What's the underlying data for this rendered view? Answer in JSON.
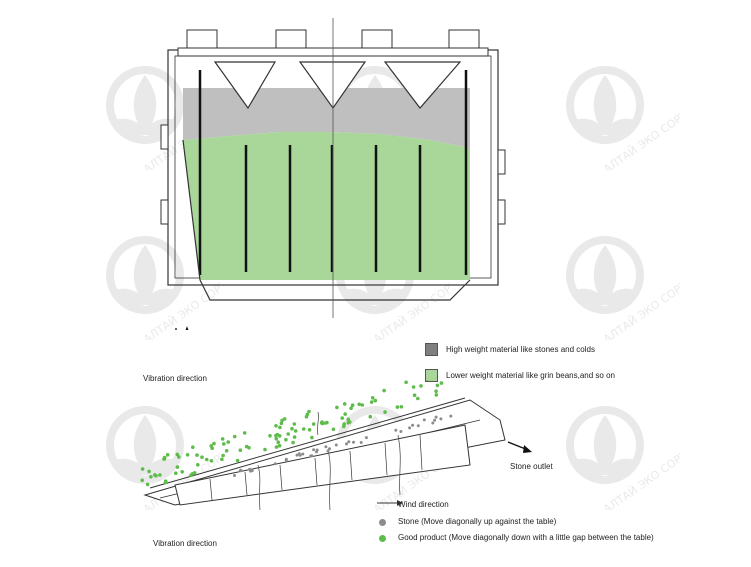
{
  "colors": {
    "heavy": "#bfbfbf",
    "light": "#a9d79a",
    "good_dot": "#5ebc4a",
    "stone_dot": "#8c8c8c",
    "line": "#333333"
  },
  "top_view": {
    "vibration_label": "Vibration direction"
  },
  "legend": {
    "heavy_label": "High weight material like stones and colds",
    "light_label": "Lower weight material like grin beans,and so on"
  },
  "side_view": {
    "stone_outlet_label": "Stone outlet",
    "vibration_label": "Vibration direction",
    "wind_label": "Wind direction",
    "stone_label": "Stone (Move diagonally up against the table)",
    "good_label": "Good product (Move diagonally down with a little gap between the table)"
  },
  "watermark": {
    "text": "АЛТАЙ ЭКО СОРТ"
  }
}
